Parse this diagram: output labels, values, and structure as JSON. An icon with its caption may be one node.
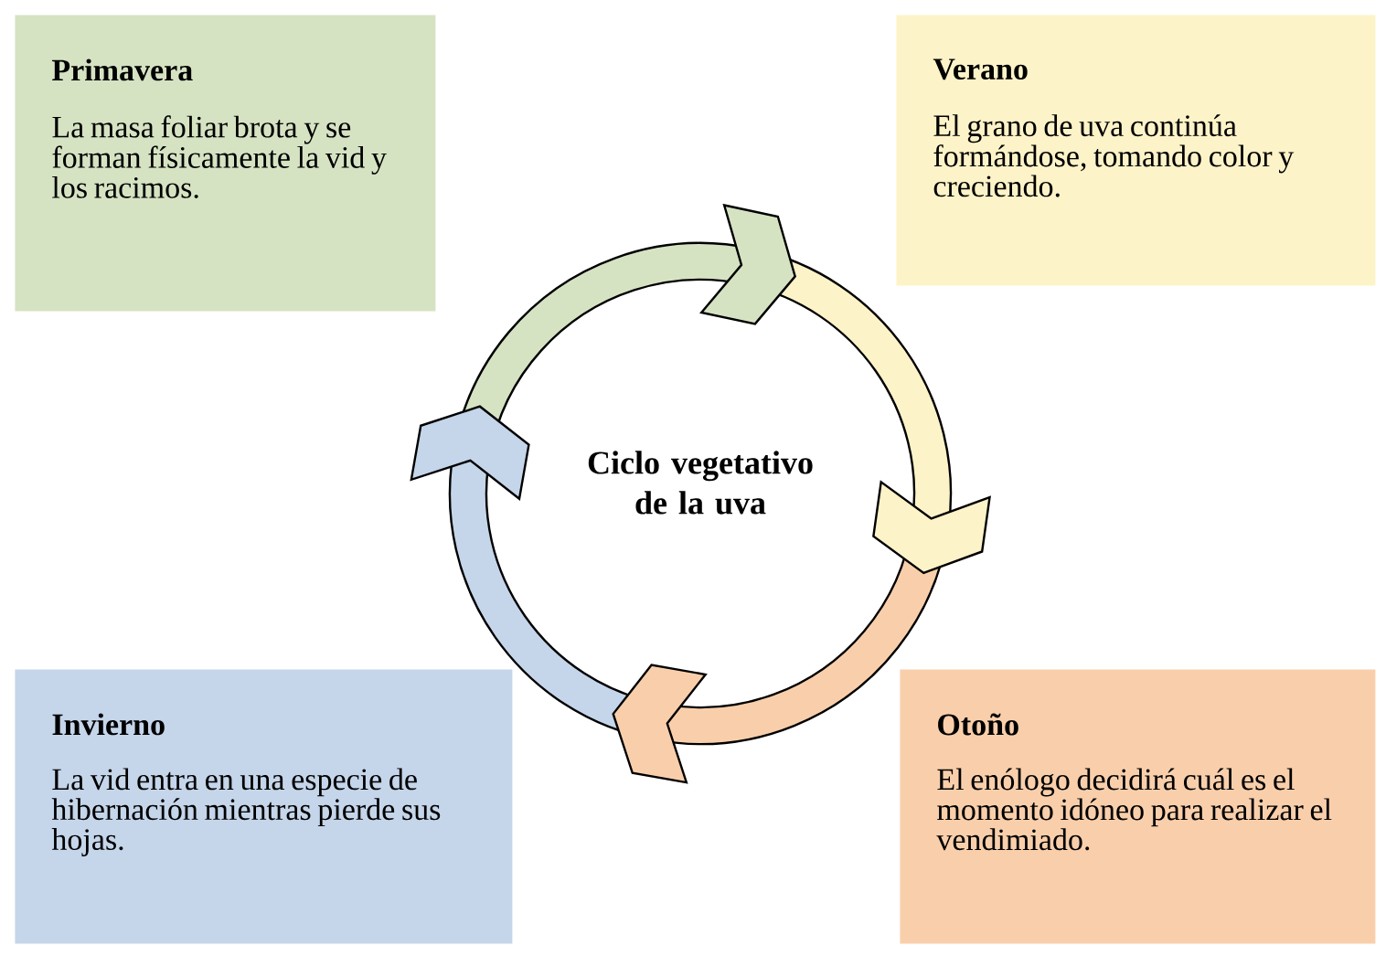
{
  "diagram": {
    "nodes": [
      {
        "text": [
          "Primavera",
          "La masa foliar brota y se forman físicamente la vid y los racimos."
        ]
      },
      {
        "text": [
          "Verano",
          "El grano de uva continúa formándose, tomando color y creciendo."
        ]
      },
      {
        "text": [
          "Invierno",
          "La vid entra en una especie de hibernación mientras pierde sus hojas."
        ]
      },
      {
        "text": [
          "Otoño",
          "El enólogo decidirá cuál es el momento idóneo para realizar el vendimiado."
        ]
      }
    ],
    "labels": [
      "Ciclo vegetativo de la uva"
    ]
  }
}
